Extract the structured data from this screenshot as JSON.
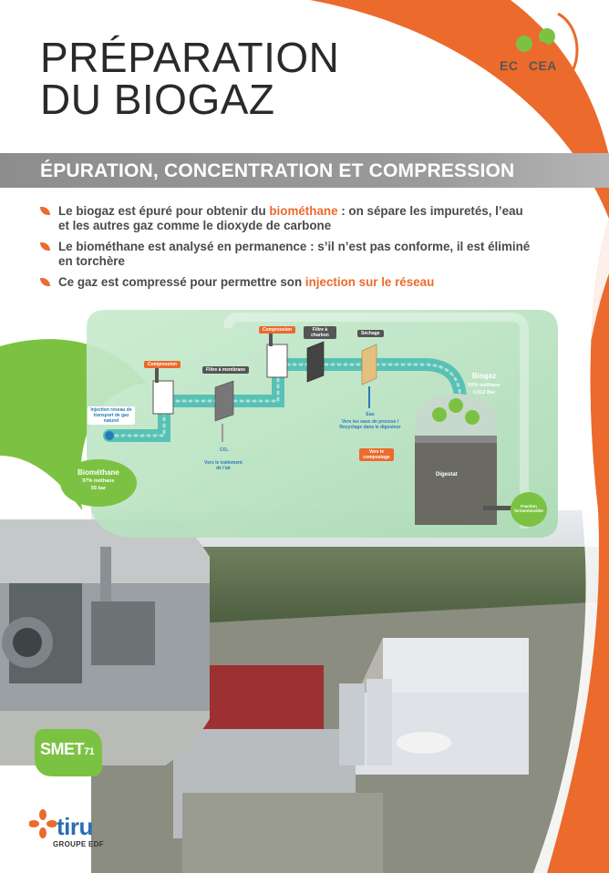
{
  "title": {
    "line1": "PRÉPARATION",
    "line2": "DU BIOGAZ"
  },
  "logo": {
    "brand_prefix": "EC",
    "brand_o": "O",
    "brand_suffix": "CEA"
  },
  "banner": "ÉPURATION, CONCENTRATION ET COMPRESSION",
  "bullets": [
    {
      "before": "Le biogaz est épuré pour obtenir du ",
      "highlight": "biométhane",
      "after": " : on sépare les impuretés, l’eau et les autres gaz comme le dioxyde de carbone"
    },
    {
      "before": "Le biométhane est analysé en permanence : s’il n’est pas conforme, il est éliminé en torchère",
      "highlight": "",
      "after": ""
    },
    {
      "before": "Ce gaz est compressé pour permettre son ",
      "highlight": "injection sur le réseau",
      "after": ""
    }
  ],
  "diagram": {
    "compression_1": "Compression",
    "compression_2": "Compression",
    "filtre_membrane": "Filtre à membrane",
    "filtre_charbon": "Filtre à charbon",
    "sechage": "Séchage",
    "injection": "Injection réseau de transport de gaz naturel",
    "co2": "CO₂",
    "co2_dest": "Vers le traitement de l’air",
    "eau": "Eau",
    "eau_dest": "Vers les eaux de process / Recyclage dans le digesteur",
    "biogaz_title": "Biogaz",
    "biogaz_l1": "50% méthane",
    "biogaz_l2": "0,012 Bar",
    "compostage": "Vers le compostage",
    "digestat": "Digestat",
    "fraction": "Fraction fermentescible",
    "biomethane_title": "Biométhane",
    "biomethane_l1": "97% méthane",
    "biomethane_l2": "55 bar"
  },
  "partners": {
    "smet": "SMET",
    "smet_num": "71",
    "tiru": "tiru",
    "tiru_sub": "GROUPE EDF"
  },
  "colors": {
    "orange": "#ec6a2c",
    "green": "#7cc242",
    "banner_gray": "#9a9a9a",
    "diagram_green": "#bfe3c6",
    "pipe_teal": "#58c1b4"
  }
}
